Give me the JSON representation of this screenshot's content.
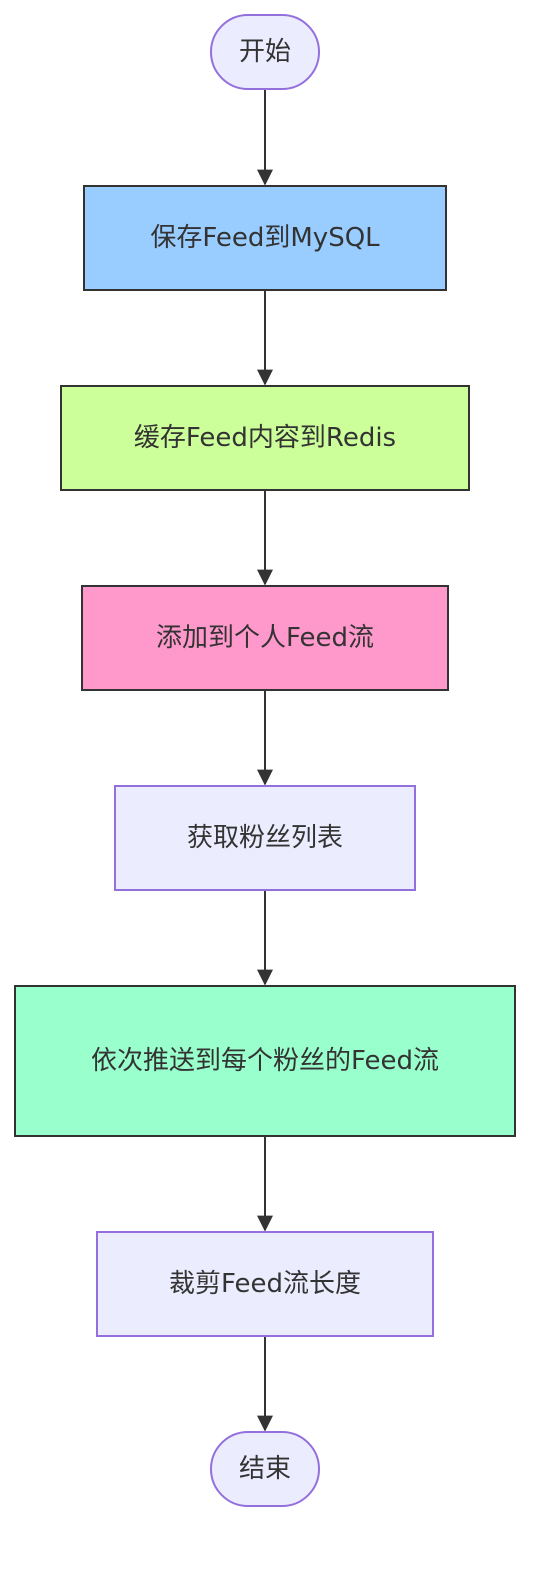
{
  "colors": {
    "edge": "#333333",
    "text": "#333333"
  },
  "nodes": [
    {
      "id": "start",
      "label": "开始",
      "fill": "#ececff",
      "stroke": "#9370db"
    },
    {
      "id": "s1",
      "label": "保存Feed到MySQL",
      "fill": "#99ccff",
      "stroke": "#333333"
    },
    {
      "id": "s2",
      "label": "缓存Feed内容到Redis",
      "fill": "#ccff99",
      "stroke": "#333333"
    },
    {
      "id": "s3",
      "label": "添加到个人Feed流",
      "fill": "#ff99cc",
      "stroke": "#333333"
    },
    {
      "id": "s4",
      "label": "获取粉丝列表",
      "fill": "#ececff",
      "stroke": "#9370db"
    },
    {
      "id": "s5",
      "label": "依次推送到每个粉丝的Feed流",
      "fill": "#99ffcc",
      "stroke": "#333333"
    },
    {
      "id": "s6",
      "label": "裁剪Feed流长度",
      "fill": "#ececff",
      "stroke": "#9370db"
    },
    {
      "id": "end",
      "label": "结束",
      "fill": "#ececff",
      "stroke": "#9370db"
    }
  ],
  "edges": [
    {
      "from": "start",
      "to": "s1"
    },
    {
      "from": "s1",
      "to": "s2"
    },
    {
      "from": "s2",
      "to": "s3"
    },
    {
      "from": "s3",
      "to": "s4"
    },
    {
      "from": "s4",
      "to": "s5"
    },
    {
      "from": "s5",
      "to": "s6"
    },
    {
      "from": "s6",
      "to": "end"
    }
  ]
}
